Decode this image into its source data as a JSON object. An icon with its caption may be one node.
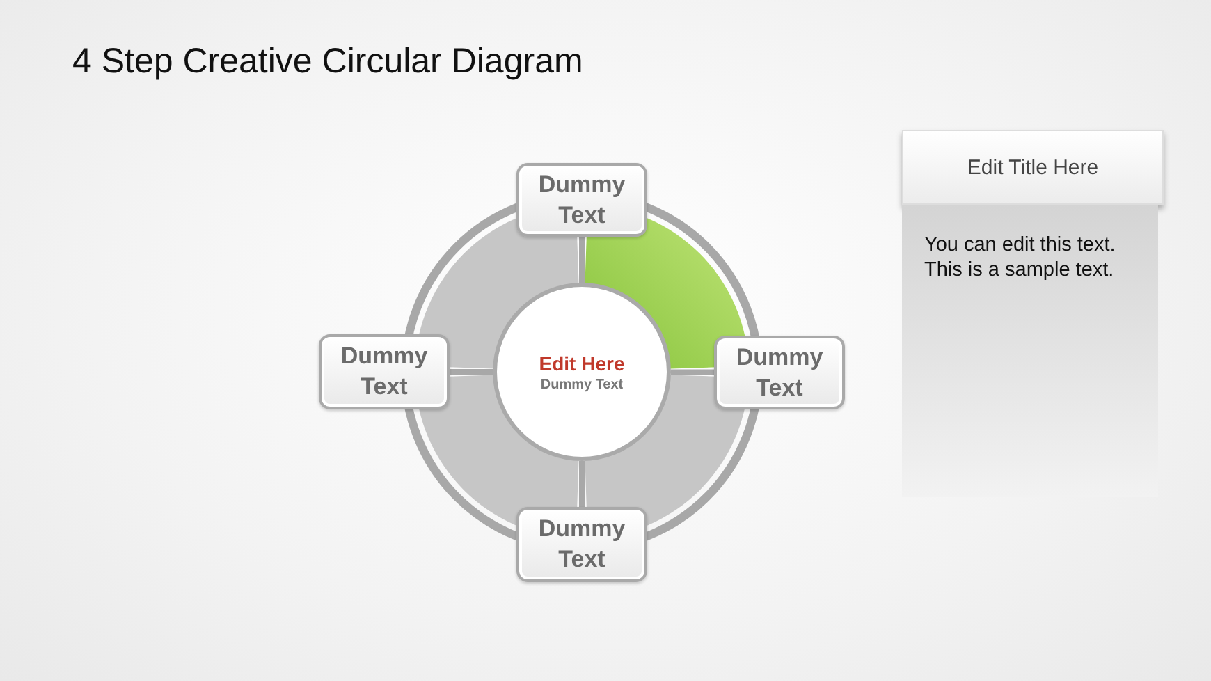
{
  "diagram": {
    "title": "4 Step Creative Circular Diagram",
    "nodes": [
      {
        "text": [
          "Dummy Text"
        ]
      },
      {
        "text": [
          "Dummy Text"
        ]
      },
      {
        "text": [
          "Edit Here",
          "Dummy Text"
        ]
      },
      {
        "text": [
          "Dummy Text"
        ]
      },
      {
        "text": [
          "Dummy Text"
        ]
      },
      {
        "text": [
          "Edit Title Here"
        ]
      },
      {
        "text": [
          "You can edit this text. This is a sample text."
        ]
      }
    ],
    "edges": [
      {
        "from": 2,
        "to": 0,
        "arrow": "none"
      },
      {
        "from": 2,
        "to": 1,
        "arrow": "none"
      },
      {
        "from": 2,
        "to": 3,
        "arrow": "none"
      },
      {
        "from": 2,
        "to": 4,
        "arrow": "none"
      }
    ]
  }
}
